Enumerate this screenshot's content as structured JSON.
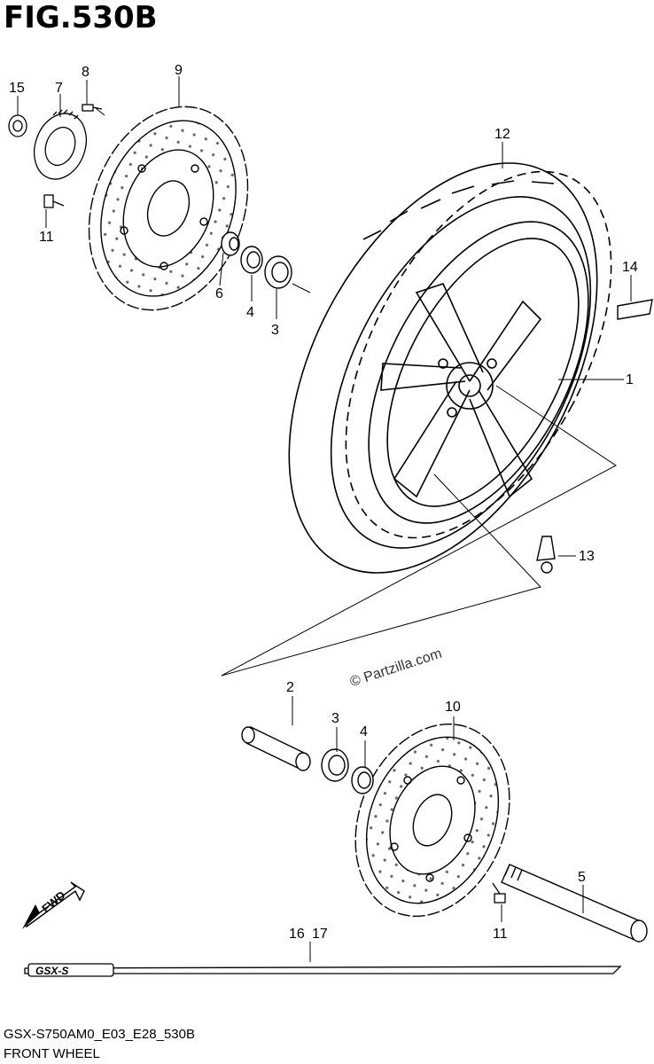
{
  "figure": {
    "title": "FIG.530B",
    "model_code": "GSX-S750AM0_E03_E28_530B",
    "name": "FRONT WHEEL",
    "watermark": "© Partzilla.com",
    "fwd_label": "FWD",
    "emblem_text": "GSX-S"
  },
  "callouts": [
    "1",
    "2",
    "3",
    "3",
    "4",
    "4",
    "5",
    "6",
    "7",
    "8",
    "9",
    "10",
    "11",
    "11",
    "12",
    "13",
    "14",
    "15",
    "16",
    "17"
  ]
}
